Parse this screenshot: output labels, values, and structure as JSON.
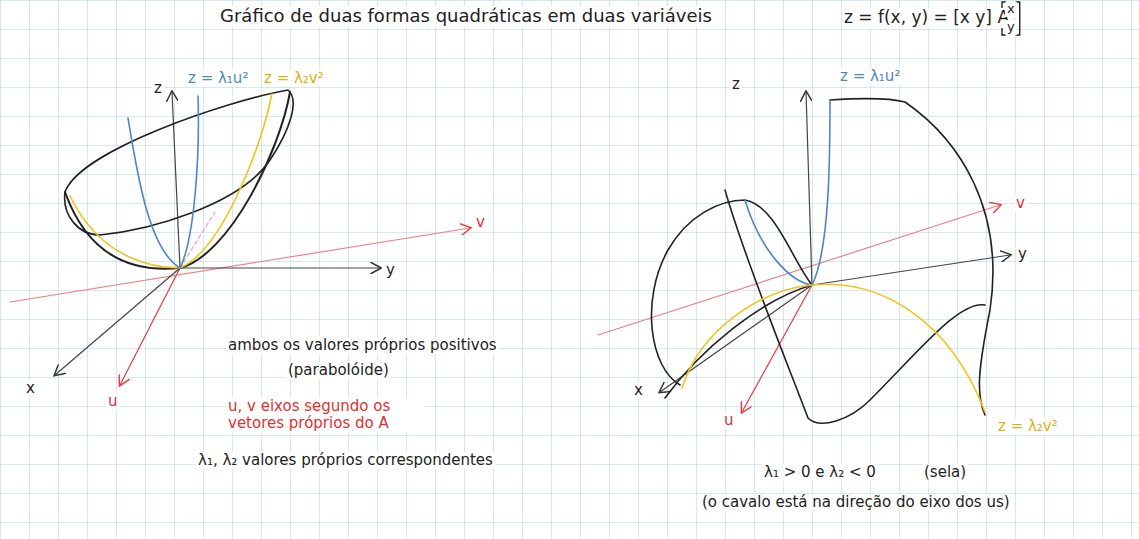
{
  "diagram": {
    "title": "Gráfico de duas formas quadráticas em duas variáveis",
    "labels": [
      "z = f(x, y) = [x y] A",
      "x",
      "y",
      "z",
      "z = λ₁u²",
      "z = λ₂v²",
      "v",
      "y",
      "x",
      "u",
      "ambos os valores próprios positivos",
      "(parabolóide)",
      "u, v eixos segundo os vetores próprios do A",
      "λ₁, λ₂ valores próprios correspondentes",
      "z",
      "z = λ₁u²",
      "v",
      "y",
      "x",
      "u",
      "z = λ₂v²",
      "λ₁ > 0 e λ₂ < 0",
      "(sela)",
      "(o cavalo está na direção do eixo dos us)"
    ]
  }
}
